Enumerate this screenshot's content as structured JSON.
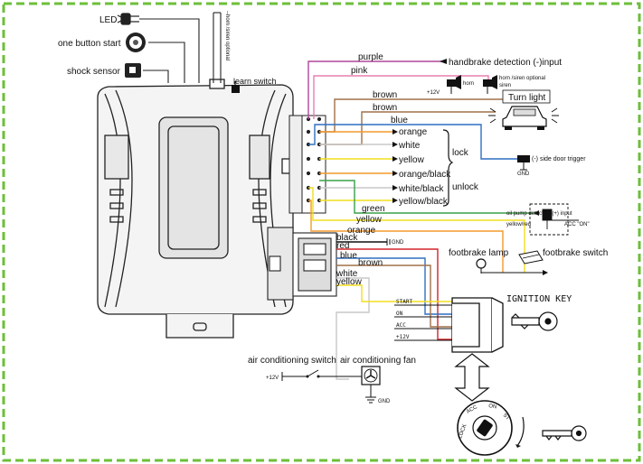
{
  "colors": {
    "border": "#6dbf3a",
    "purple": "#b0479a",
    "pink": "#e87fb0",
    "brown": "#a07048",
    "blue": "#2f6fc0",
    "orange": "#f39a2b",
    "white": "#c8c8c8",
    "yellow": "#f2dd1f",
    "green": "#3aa048",
    "red": "#d2232a",
    "black": "#111111"
  },
  "modules": {
    "led": "LED",
    "one_button_start": "one button start",
    "shock_sensor": "shock sensor",
    "horn_siren_optional": "--horn /siren optional",
    "learn_switch": "learn switch"
  },
  "connector_wires": {
    "purple": "purple",
    "pink": "pink",
    "brown1": "brown",
    "brown2": "brown",
    "blue": "blue",
    "orange": "orange",
    "white": "white",
    "yellow": "yellow",
    "orange_black": "orange/black",
    "white_black": "white/black",
    "yellow_black": "yellow/black",
    "green": "green",
    "yellow2": "yellow",
    "orange2": "orange",
    "lock": "lock",
    "unlock": "unlock"
  },
  "destinations": {
    "handbrake": "handbrake detection (-)input",
    "horn_optional": "horn /siren optional",
    "horn": "horn",
    "siren": "siren",
    "v12": "+12V",
    "turn_light": "Turn light",
    "side_door": "(-) side door trigger",
    "gnd": "GND",
    "oil_pump": "oil pump detection (+) input",
    "yellow_red": "yellow/red",
    "acc_on": "ACC  \"ON\"",
    "footbrake_lamp": "footbrake lamp",
    "footbrake_switch": "footbrake switch"
  },
  "lower_wires": {
    "black": "black",
    "red": "red",
    "blue": "blue",
    "brown": "brown",
    "white": "white",
    "yellow": "yellow"
  },
  "ignition": {
    "title": "IGNITION KEY",
    "start": "START",
    "on": "ON",
    "acc": "ACC",
    "v12": "+12V",
    "dial": [
      "LOCK",
      "ACC",
      "ON",
      "ST"
    ]
  },
  "ac": {
    "switch": "air conditioning switch",
    "fan": "air conditioning fan",
    "v12": "+12V",
    "gnd": "GND"
  }
}
